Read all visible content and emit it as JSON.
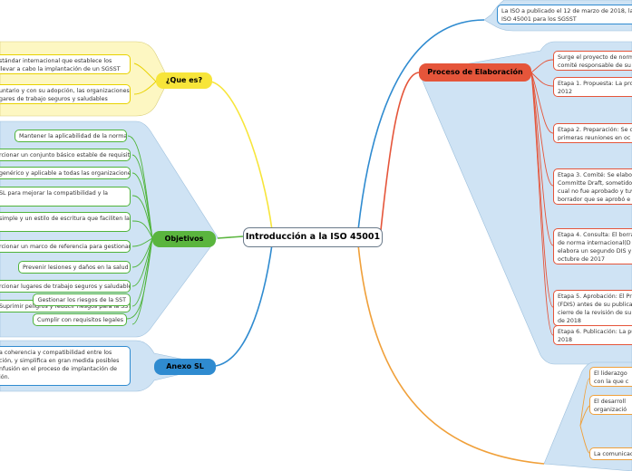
{
  "central": {
    "title": "Introducción a la ISO 45001"
  },
  "colors": {
    "yellow_branch": "#f7e53a",
    "yellow_zone": "#fdf7c2",
    "green_branch": "#5ab53e",
    "green_zone": "#cfe3f4",
    "blue_branch": "#2f8bd0",
    "blue_zone": "#cfe3f4",
    "red_branch": "#e5553a",
    "red_zone": "#cfe3f4",
    "orange_line": "#f0a03a"
  },
  "que_es": {
    "label": "¿Que es?",
    "items": [
      "stándar internacional que establece los\nllevar a cabo la implantación de un SGSST",
      "untario y con su adopción, las organizaciones\ngares de trabajo seguros y saludables"
    ]
  },
  "objetivos": {
    "label": "Objetivos",
    "items": [
      "Mantener la aplicabilidad de la normal",
      "rcionar un conjunto básico estable de requisitos",
      "genérico y aplicable a todas las organizaciones",
      "SL para mejorar la compatibilidad y la",
      "simple y un estilo de escritura que faciliten la",
      "rcionar un marco de referencia para gestionar",
      "Prevenir lesiones y daños en la salud",
      "rcionar lugares de trabajo seguros y saludables",
      "Suprimir peligros y reducir riesgos para la SST",
      "Gestionar los riesgos de la SST",
      "Cumplir con requisitos legales"
    ]
  },
  "anexo_sl": {
    "label": "Anexo SL",
    "text": "a coherencia y compatibilidad entre los\nción, y simplifica en gran medida posibles\nnfusión en el proceso de implantación de\nión."
  },
  "proceso": {
    "label": "Proceso de Elaboración",
    "items": [
      "Surge el proyecto de norma\ncomité responsable de su e",
      "Etapa 1. Propuesta: La pro\n2012",
      "Etapa 2. Preparación: Se c\nprimeras reuniones en oc",
      "Etapa 3. Comité: Se elabor\nCommitte Draft, sometido\ncual no fue aprobado y tuv\nborrador que se aprobó e",
      "Etapa 4. Consulta: El borra\nde norma internacional(D\nelabora un segundo DIS y\noctubre de 2017",
      "Etapa 5. Aprobación: El Pr\n(FDIS) antes de su publica\ncierre de la revisión de su\nde 2018",
      "Etapa 6. Publicación: La pu\n2018"
    ]
  },
  "top_blue": {
    "text": "La ISO a publicado el 12 de marzo de 2018, la nu\nISO 45001 para los SGSST"
  },
  "bottom_orange": {
    "items": [
      "El liderazgo\ncon la que c",
      "El desarroll\norganizació",
      "La comunicac"
    ]
  }
}
